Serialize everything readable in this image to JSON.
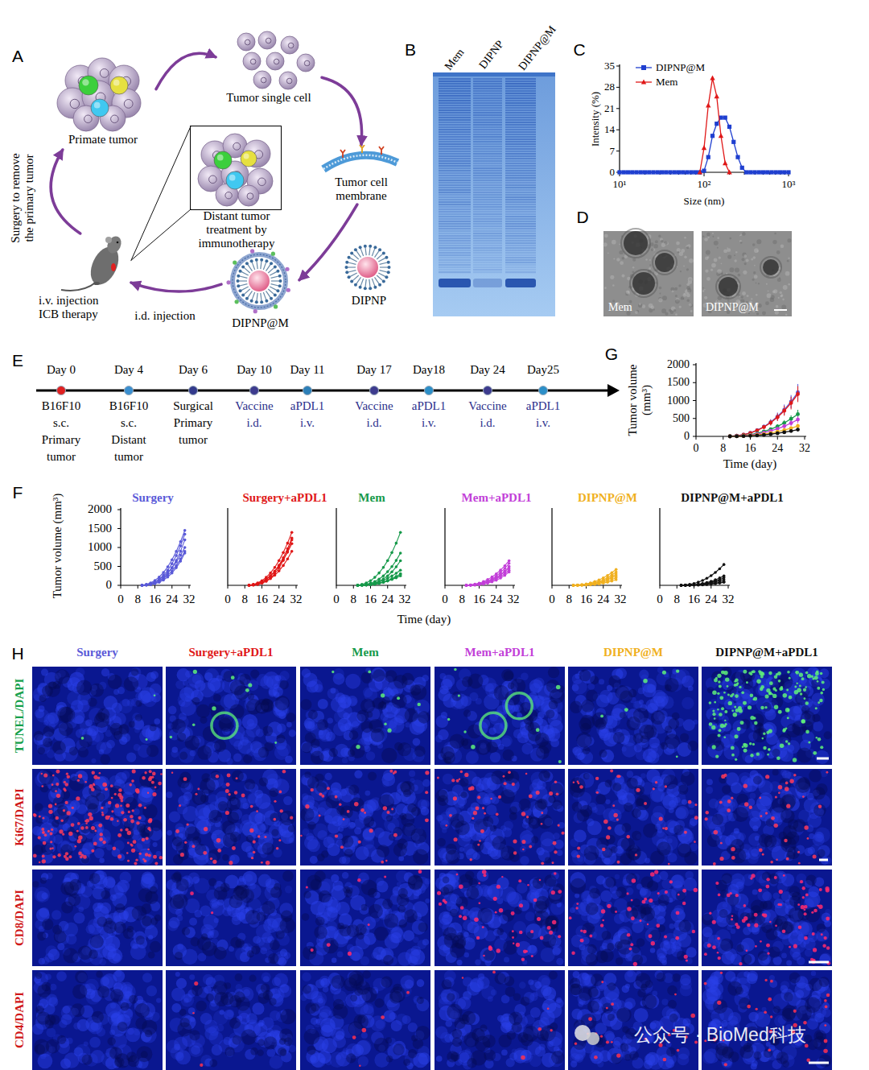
{
  "diagram": {
    "nodes": [
      {
        "text": [
          "Primate tumor"
        ]
      },
      {
        "text": [
          "Tumor single cell"
        ]
      },
      {
        "text": [
          "Tumor cell membrane"
        ]
      },
      {
        "text": [
          "DIPNP"
        ]
      },
      {
        "text": [
          "DIPNP@M"
        ]
      },
      {
        "text": [
          "i.v. injection ICB therapy"
        ]
      },
      {
        "text": [
          "Distant tumor treatment by immunotherapy"
        ]
      }
    ],
    "edges": [
      {
        "from": 0,
        "to": 1,
        "arrow": "to"
      },
      {
        "from": 1,
        "to": 2,
        "arrow": "to"
      },
      {
        "from": 2,
        "to": 4,
        "arrow": "to"
      },
      {
        "from": 4,
        "to": 5,
        "arrow": "to",
        "label": "i.d. injection"
      },
      {
        "from": 5,
        "to": 0,
        "arrow": "to",
        "label": "Surgery to remove the primary tumor"
      },
      {
        "from": 5,
        "to": 6,
        "arrow": "none"
      }
    ],
    "labels": [
      "A",
      "B",
      "Mem",
      "DIPNP",
      "DIPNP@M",
      "C",
      "35",
      "28",
      "21",
      "14",
      "7",
      "0",
      "Intensity (%)",
      "10¹",
      "10²",
      "10³",
      "Size (nm)",
      "D",
      "Mem",
      "DIPNP@M",
      "E",
      "Day 0",
      "B16F10 s.c. Primary tumor",
      "Day 4",
      "B16F10 s.c. Distant tumor",
      "Day 6",
      "Surgical Primary tumor",
      "Day 10",
      "Vaccine i.d.",
      "Day 11",
      "aPDL1 i.v.",
      "Day 17",
      "Vaccine i.d.",
      "Day18",
      "aPDL1 i.v.",
      "Day 24",
      "Vaccine i.d.",
      "Day25",
      "aPDL1 i.v.",
      "G",
      "2000",
      "1500",
      "1000",
      "500",
      "0",
      "Tumor volume (mm³)",
      "0",
      "8",
      "16",
      "24",
      "32",
      "Time (day)",
      "F",
      "Surgery",
      "Surgery+aPDL1",
      "Mem",
      "Mem+aPDL1",
      "DIPNP@M",
      "DIPNP@M+aPDL1",
      "2000",
      "1500",
      "1000",
      "500",
      "0",
      "Tumor volume (mm³)",
      "0",
      "8",
      "16",
      "24",
      "32",
      "0",
      "8",
      "16",
      "24",
      "32",
      "0",
      "8",
      "16",
      "24",
      "32",
      "0",
      "8",
      "16",
      "24",
      "32",
      "0",
      "8",
      "16",
      "24",
      "32",
      "0",
      "8",
      "16",
      "24",
      "32",
      "Time (day)",
      "H",
      "Surgery",
      "Surgery+aPDL1",
      "Mem",
      "Mem+aPDL1",
      "DIPNP@M",
      "DIPNP@M+aPDL1",
      "TUNEL/DAPI",
      "Ki67/DAPI",
      "CD8/DAPI",
      "CD4/DAPI",
      "公众号 · BioMed科技"
    ],
    "legend": [
      {
        "text": "DIPNP@M"
      },
      {
        "text": "Mem"
      }
    ]
  }
}
